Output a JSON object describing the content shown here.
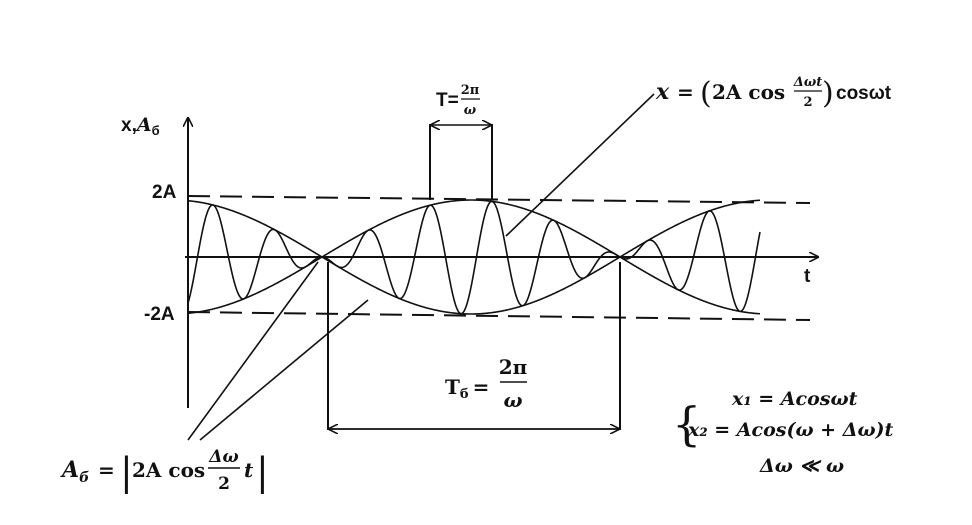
{
  "axes": {
    "y_label_x": "x,",
    "y_label_sym": "A",
    "y_label_sub": "б",
    "x_label": "t",
    "tick_2A": "2A",
    "tick_neg2A": "-2A"
  },
  "carrier_period": {
    "label": "T=",
    "numerator": "2π",
    "denominator": "ω"
  },
  "beat_period": {
    "label": "T",
    "sub": "б",
    "eq": "=",
    "numerator": "2π",
    "denominator": "ω"
  },
  "result_formula": {
    "lhs": "x",
    "eq": "=",
    "lparen": "(",
    "coef": "2A cos",
    "frac_num": "Δωt",
    "frac_den": "2",
    "rparen": ")",
    "tail": "cosωt"
  },
  "amplitude_formula": {
    "lhs_sym": "A",
    "lhs_sub": "б",
    "eq": "=",
    "bar_left": "|",
    "coef": "2A cos",
    "frac_num": "Δω",
    "frac_den": "2",
    "var": "t",
    "bar_right": "|"
  },
  "system": {
    "brace": "{",
    "eq1": "x₁ = Acosωt",
    "eq2": "x₂ = Acos(ω + Δω)t",
    "condition": "Δω ≪ ω"
  }
}
